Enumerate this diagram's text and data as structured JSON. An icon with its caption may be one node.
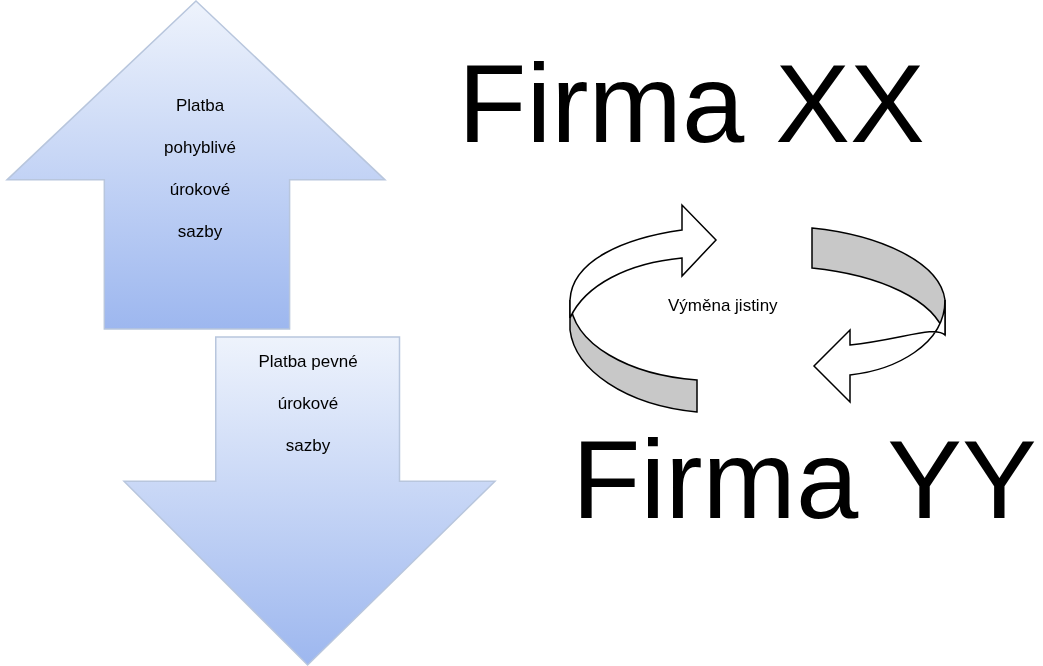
{
  "diagram": {
    "nodes": [
      {
        "text": [
          "Platba pohyblivé úrokové sazby"
        ]
      },
      {
        "text": [
          "Platba pevné úrokové sazby"
        ]
      }
    ],
    "labels": [
      "Firma XX",
      "Výměna jistiny",
      "Firma YY"
    ]
  }
}
